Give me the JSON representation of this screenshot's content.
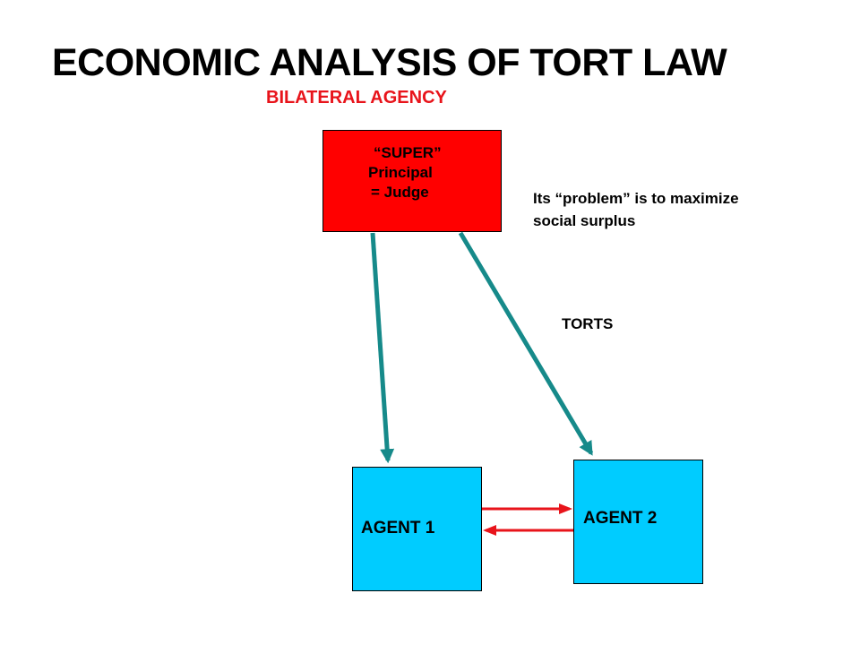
{
  "title": "ECONOMIC ANALYSIS OF TORT LAW",
  "subtitle": "BILATERAL AGENCY",
  "principal": {
    "lines": [
      "“SUPER”",
      "Principal",
      "= Judge"
    ]
  },
  "note": {
    "lines": [
      "Its “problem” is to maximize",
      "social surplus"
    ]
  },
  "torts_label": "TORTS",
  "agent1": {
    "label": "AGENT 1"
  },
  "agent2": {
    "label": "AGENT 2"
  },
  "colors": {
    "subtitle": "#e8141b",
    "principal_fill": "#ff0000",
    "agent_fill": "#00ccff",
    "teal_arrow": "#168a8a",
    "red_arrow": "#e8141b"
  }
}
